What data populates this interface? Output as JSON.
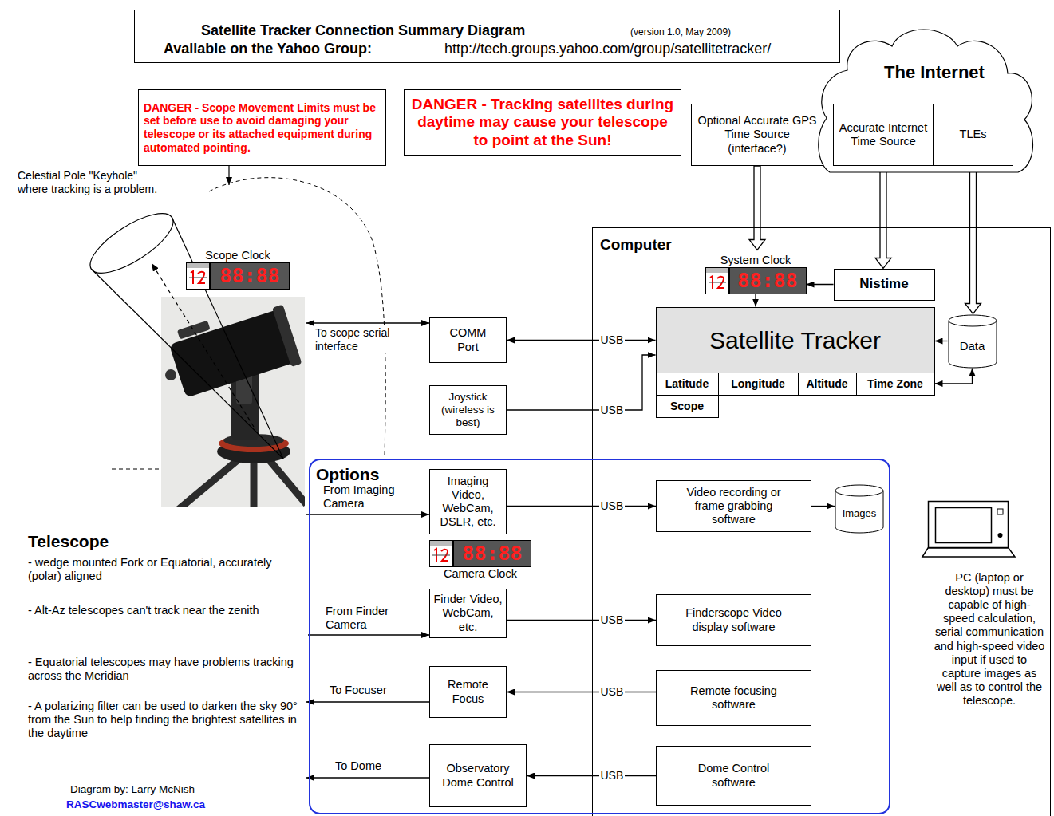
{
  "diagram": {
    "title": "Satellite Tracker Connection Summary Diagram",
    "nodes": [
      {
        "text": [
          "DANGER - Scope Movement Limits must be set before use to avoid damaging your telescope or its attached equipment during automated pointing."
        ]
      },
      {
        "text": [
          "DANGER - Tracking satellites during daytime may cause your telescope to point at the Sun!"
        ]
      },
      {
        "text": [
          "Optional Accurate GPS Time Source (interface?)"
        ]
      },
      {
        "text": [
          "The Internet"
        ]
      },
      {
        "text": [
          "Accurate Internet Time Source"
        ],
        "in": 3
      },
      {
        "text": [
          "TLEs"
        ],
        "in": 3
      },
      {
        "text": [
          "Scope Clock",
          "88:88"
        ]
      },
      {
        "text": [
          "Computer"
        ]
      },
      {
        "text": [
          "System Clock",
          "88:88"
        ],
        "in": 7
      },
      {
        "text": [
          "Nistime"
        ],
        "in": 7
      },
      {
        "text": [
          "Satellite Tracker"
        ],
        "in": 7
      },
      {
        "text": [
          "Latitude"
        ],
        "in": 7
      },
      {
        "text": [
          "Longitude"
        ],
        "in": 7
      },
      {
        "text": [
          "Altitude"
        ],
        "in": 7
      },
      {
        "text": [
          "Time Zone"
        ],
        "in": 7
      },
      {
        "text": [
          "Scope"
        ],
        "in": 7
      },
      {
        "text": [
          "Data"
        ],
        "in": 7
      },
      {
        "text": [
          "COMM Port"
        ]
      },
      {
        "text": [
          "Joystick (wireless is best)"
        ]
      },
      {
        "text": [
          "Options"
        ]
      },
      {
        "text": [
          "Imaging Video, WebCam, DSLR, etc."
        ],
        "in": 19
      },
      {
        "text": [
          "88:88",
          "Camera Clock"
        ],
        "in": 19
      },
      {
        "text": [
          "Finder Video, WebCam, etc."
        ],
        "in": 19
      },
      {
        "text": [
          "Remote Focus"
        ],
        "in": 19
      },
      {
        "text": [
          "Observatory Dome Control"
        ],
        "in": 19
      },
      {
        "text": [
          "Video recording or frame grabbing software"
        ],
        "in": 19
      },
      {
        "text": [
          "Images"
        ],
        "in": 19
      },
      {
        "text": [
          "Finderscope Video display software"
        ],
        "in": 19
      },
      {
        "text": [
          "Remote focusing software"
        ],
        "in": 19
      },
      {
        "text": [
          "Dome Control software"
        ],
        "in": 19
      }
    ],
    "edges": [
      {
        "from": 2,
        "to": 8,
        "arrow": "to"
      },
      {
        "from": 4,
        "to": 9,
        "arrow": "to"
      },
      {
        "from": 5,
        "to": 16,
        "arrow": "to"
      },
      {
        "from": 9,
        "to": 8,
        "arrow": "to"
      },
      {
        "from": 8,
        "to": 10,
        "arrow": "to"
      },
      {
        "from": 16,
        "to": 10,
        "arrow": "to"
      },
      {
        "from": 16,
        "to": 14,
        "arrow": "both"
      },
      {
        "from": 17,
        "to": 10,
        "label": "USB",
        "arrow": "both"
      },
      {
        "from": 18,
        "to": 10,
        "label": "USB",
        "arrow": "to"
      },
      {
        "from": 20,
        "to": 25,
        "label": "USB",
        "arrow": "to"
      },
      {
        "from": 25,
        "to": 26,
        "arrow": "to"
      },
      {
        "from": 22,
        "to": 27,
        "label": "USB",
        "arrow": "to"
      },
      {
        "from": 28,
        "to": 23,
        "label": "USB",
        "arrow": "to"
      },
      {
        "from": 29,
        "to": 24,
        "label": "USB",
        "arrow": "to"
      }
    ],
    "labels": [
      "(version 1.0, May 2009)",
      "Available on the Yahoo Group:",
      "http://tech.groups.yahoo.com/group/satellitetracker/",
      "Celestial Pole \"Keyhole\" where tracking is a problem.",
      "To scope serial interface",
      "From Imaging Camera",
      "From Finder Camera",
      "To Focuser",
      "To Dome",
      "Telescope",
      "- wedge mounted Fork or Equatorial, accurately (polar) aligned",
      "- Alt-Az telescopes can't track near the zenith",
      "- Equatorial telescopes may have problems tracking across the Meridian",
      "- A polarizing filter can be used to darken the sky 90° from the Sun to help finding the brightest satellites in the daytime",
      "Diagram by: Larry McNish",
      "RASCwebmaster@shaw.ca",
      "PC (laptop or desktop) must be capable of high-speed calculation, serial communication and high-speed video input if used to capture images as well as to control the telescope."
    ]
  }
}
